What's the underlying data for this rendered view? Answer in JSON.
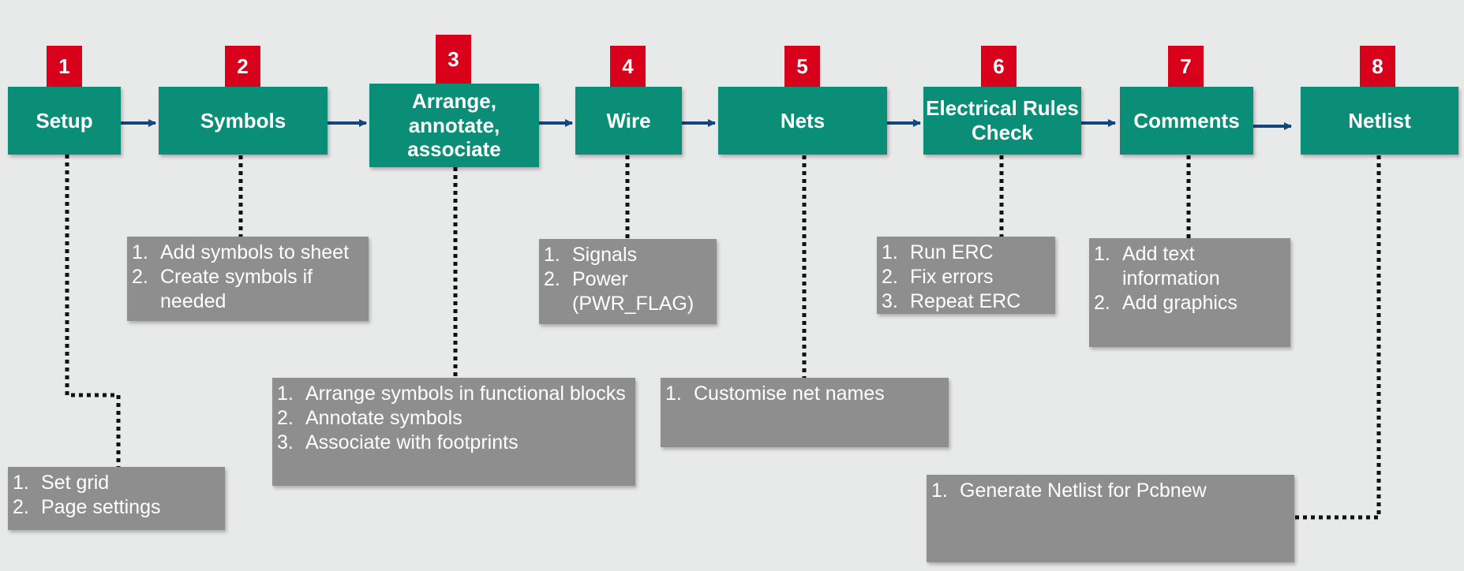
{
  "colors": {
    "background": "#e8e9e9",
    "step": "#0a8e78",
    "badge": "#d9001b",
    "note": "#8e8e8e",
    "arrow": "#12467c"
  },
  "steps": [
    {
      "number": "1",
      "title": "Setup",
      "notes": [
        "Set grid",
        "Page settings"
      ]
    },
    {
      "number": "2",
      "title": "Symbols",
      "notes": [
        "Add symbols to sheet",
        "Create symbols if needed"
      ]
    },
    {
      "number": "3",
      "title": "Arrange, annotate, associate",
      "notes": [
        "Arrange symbols in functional blocks",
        "Annotate symbols",
        "Associate with footprints"
      ]
    },
    {
      "number": "4",
      "title": "Wire",
      "notes": [
        "Signals",
        "Power (PWR_FLAG)"
      ]
    },
    {
      "number": "5",
      "title": "Nets",
      "notes": [
        "Customise net names"
      ]
    },
    {
      "number": "6",
      "title": "Electrical Rules Check",
      "notes": [
        "Run ERC",
        "Fix errors",
        "Repeat ERC"
      ]
    },
    {
      "number": "7",
      "title": "Comments",
      "notes": [
        "Add text information",
        "Add graphics"
      ]
    },
    {
      "number": "8",
      "title": "Netlist",
      "notes": [
        "Generate Netlist for Pcbnew"
      ]
    }
  ]
}
